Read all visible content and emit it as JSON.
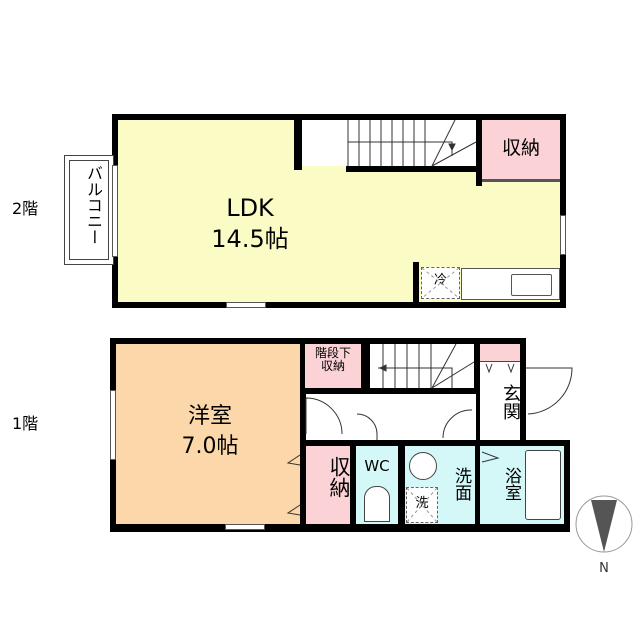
{
  "floors": {
    "second": "2階",
    "first": "1階"
  },
  "rooms": {
    "ldk": {
      "name": "LDK",
      "size": "14.5帖"
    },
    "storage_2f": "収納",
    "balcony": "バルコニー",
    "fridge": "冷",
    "western_room": {
      "name": "洋室",
      "size": "7.0帖"
    },
    "under_stair_storage": "階段下\n収納",
    "entrance": "玄関",
    "storage_1f": "収納",
    "wc": "WC",
    "washroom": "洗面",
    "washer": "洗",
    "bathroom": "浴室"
  },
  "compass": {
    "north": "N"
  },
  "colors": {
    "ldk": "#fbfbc6",
    "western": "#fcd7aa",
    "storage": "#fbd2d6",
    "wet": "#d4f8f8"
  }
}
